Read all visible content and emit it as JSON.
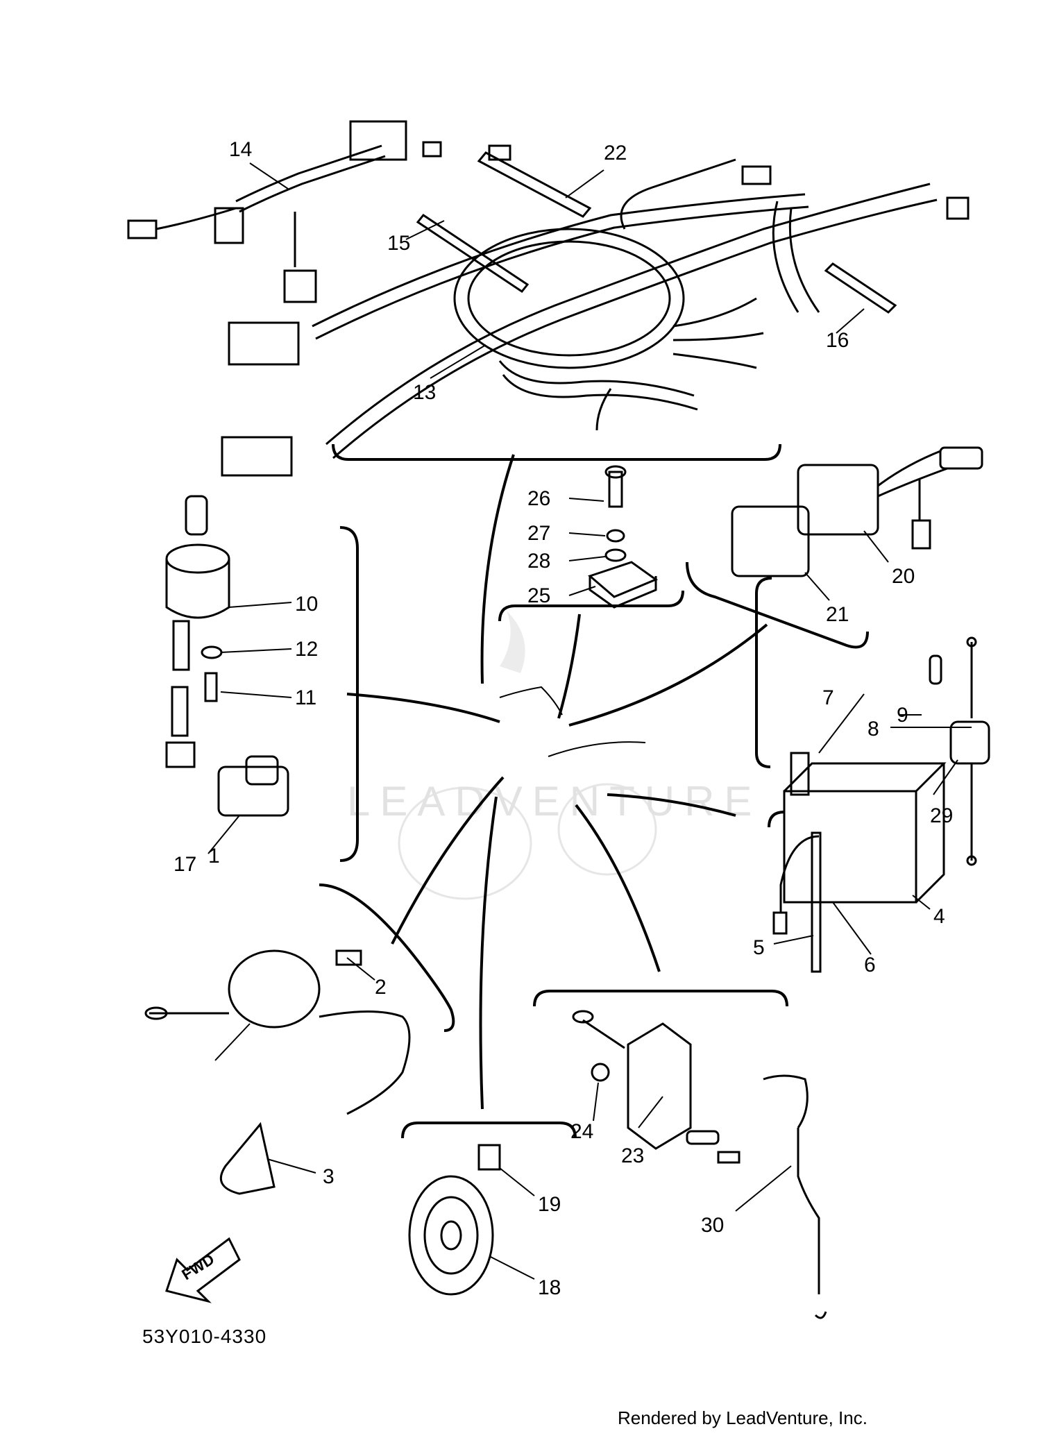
{
  "diagram_code": "53Y010-4330",
  "fwd_label": "FWD",
  "watermark": "LEADVENTURE",
  "footer": "Rendered by LeadVenture, Inc.",
  "callouts": [
    "1",
    "2",
    "3",
    "4",
    "5",
    "6",
    "7",
    "8",
    "9",
    "10",
    "11",
    "12",
    "13",
    "14",
    "15",
    "16",
    "17",
    "18",
    "19",
    "20",
    "21",
    "22",
    "23",
    "24",
    "25",
    "26",
    "27",
    "28",
    "29",
    "30"
  ]
}
